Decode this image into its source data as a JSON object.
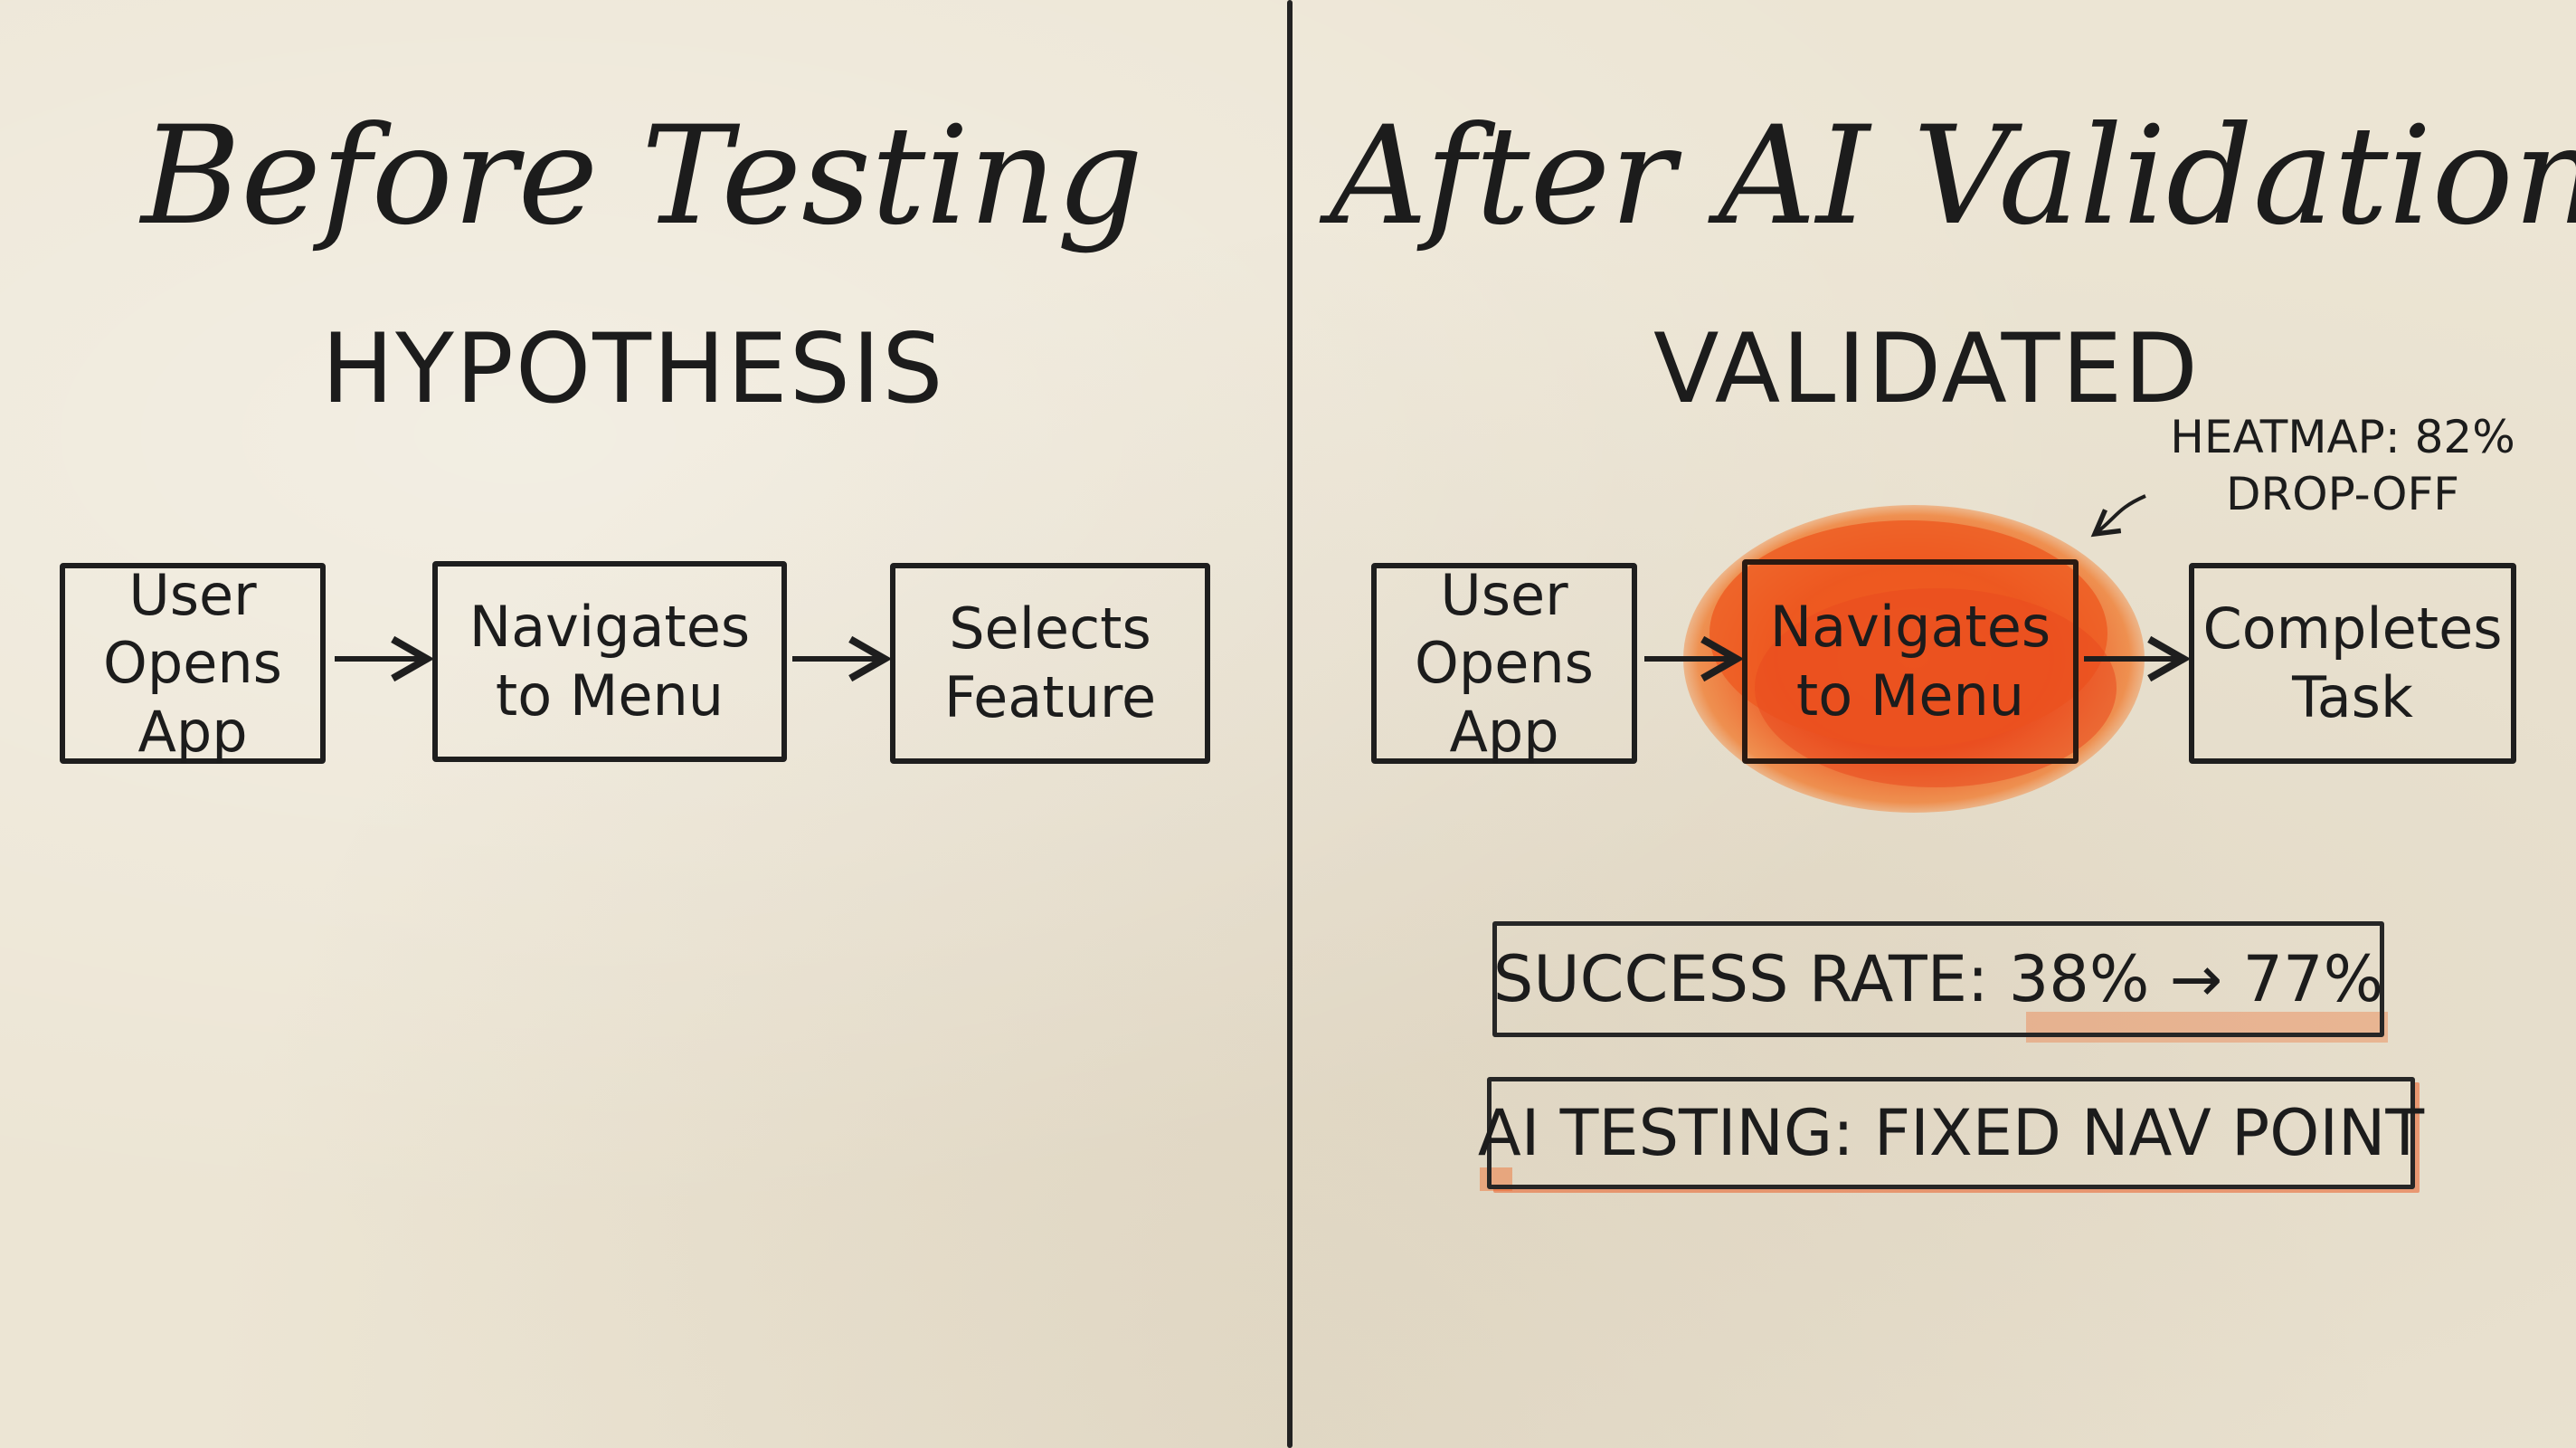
{
  "left": {
    "title": "Before Testing",
    "subtitle": "HYPOTHESIS",
    "steps": [
      "User\nOpens\nApp",
      "Navigates\nto Menu",
      "Selects\nFeature"
    ]
  },
  "right": {
    "title": "After AI Validation",
    "subtitle": "VALIDATED",
    "steps": [
      "User\nOpens\nApp",
      "Navigates\nto Menu",
      "Completes\nTask"
    ],
    "annotation": "HEATMAP: 82%\nDROP-OFF",
    "highlight_color": "#ef5a1e",
    "stats": {
      "success_rate": "SUCCESS RATE: 38% → 77%",
      "ai_testing": "AI TESTING: FIXED NAV POINT"
    }
  },
  "colors": {
    "paper": "#ece5d4",
    "ink": "#1c1c1c",
    "heat": "#ef5a1e"
  }
}
